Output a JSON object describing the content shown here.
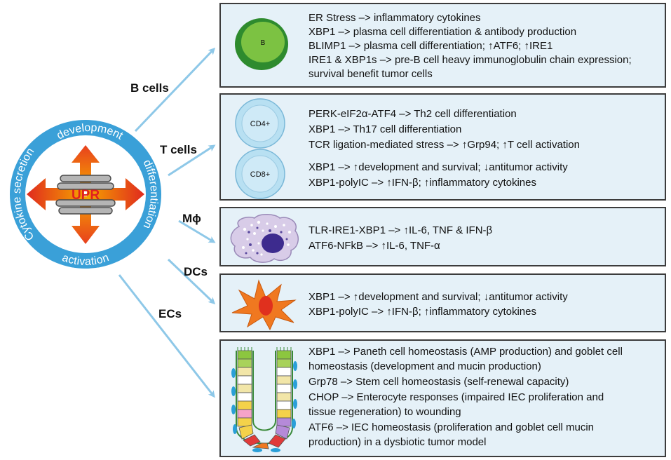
{
  "hub": {
    "center_label": "UPR",
    "ring_labels": {
      "top": "development",
      "right": "differentiation",
      "bottom": "activation",
      "left": "Cytokine secretion"
    }
  },
  "branch_labels": {
    "b": "B cells",
    "t": "T cells",
    "m": "Mϕ",
    "dc": "DCs",
    "ec": "ECs"
  },
  "cell_labels": {
    "b": "B",
    "cd4": "CD4+",
    "cd8": "CD8+"
  },
  "panels": {
    "b": [
      "ER Stress –> inflammatory cytokines",
      "XBP1 –> plasma cell differentiation & antibody production",
      "BLIMP1 –> plasma cell differentiation; ↑ATF6; ↑IRE1",
      "IRE1 & XBP1s –> pre-B cell heavy immunoglobulin chain expression;",
      "survival benefit tumor cells"
    ],
    "t_cd4": [
      "PERK-eIF2α-ATF4 –> Th2 cell differentiation",
      "XBP1 –> Th17 cell differentiation",
      "TCR ligation-mediated stress –> ↑Grp94; ↑T cell activation"
    ],
    "t_cd8": [
      "XBP1 –> ↑development and survival; ↓antitumor activity",
      "XBP1-polyIC –> ↑IFN-β; ↑inflammatory cytokines"
    ],
    "m": [
      "TLR-IRE1-XBP1 –> ↑IL-6, TNF & IFN-β",
      "ATF6-NFkB –> ↑IL-6, TNF-α"
    ],
    "dc": [
      "XBP1 –> ↑development and survival; ↓antitumor activity",
      "XBP1-polyIC –> ↑IFN-β; ↑inflammatory cytokines"
    ],
    "ec": [
      "XBP1 –> Paneth cell homeostasis (AMP production) and goblet cell",
      "homeostasis (development and mucin production)",
      "Grp78 –> Stem cell homeostasis (self-renewal capacity)",
      "CHOP –> Enterocyte responses (impaired IEC proliferation and",
      "tissue regeneration) to wounding",
      "ATF6 –> IEC homeostasis (proliferation and goblet cell mucin",
      "production) in a dysbiotic tumor model"
    ]
  },
  "colors": {
    "ring": "#3aa0d8",
    "panel_bg": "#e5f1f8",
    "panel_border": "#3c3c3c",
    "arrow": "#8ec8e8",
    "upr_arrow": "#e8501e",
    "b_cell_outer": "#2e8b2e",
    "b_cell_inner": "#7cc242",
    "dc": "#f07820",
    "macrophage": "#d8cce8"
  }
}
